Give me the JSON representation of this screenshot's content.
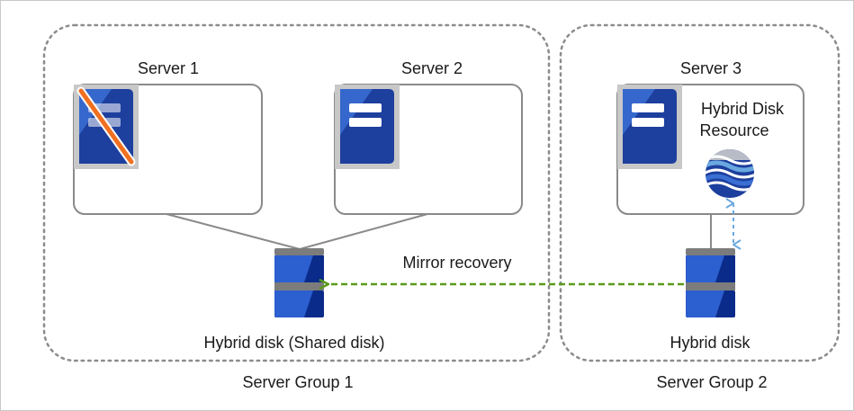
{
  "groups": {
    "group1_label": "Server Group 1",
    "group2_label": "Server Group 2"
  },
  "servers": {
    "server1_label": "Server 1",
    "server2_label": "Server 2",
    "server3_label": "Server 3"
  },
  "resource": {
    "line1": "Hybrid Disk",
    "line2": "Resource"
  },
  "disks": {
    "shared_label": "Hybrid disk (Shared disk)",
    "disk2_label": "Hybrid disk"
  },
  "mirror": {
    "label": "Mirror recovery"
  },
  "colors": {
    "group_border": "#8c8c8c",
    "server_border": "#8a8a8a",
    "server_icon_frame": "#c8c8c8",
    "server_blue": "#1d3f9e",
    "server_blue_light": "#3b6fd4",
    "failure_slash": "#f07020",
    "disk_blue": "#2c5fcf",
    "disk_dark": "#0b2b8a",
    "disk_band": "#7c7c7c",
    "mirror_arrow": "#5a9a1a",
    "link_arrow": "#6aa8e0"
  }
}
